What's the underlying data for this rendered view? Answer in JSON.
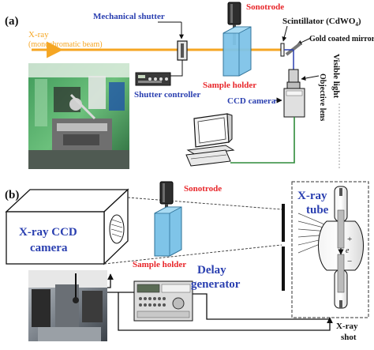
{
  "panel_a": {
    "label": "(a)",
    "sonotrode": "Sonotrode",
    "mechanical_shutter": "Mechanical shutter",
    "scintillator": "Scintillator (CdWO",
    "scintillator_sub": "4",
    "scintillator_close": ")",
    "gold_mirror": "Gold coated mirror",
    "xray_line1": "X-ray",
    "xray_line2": "(monochromatic beam)",
    "visible_light": "Visible light",
    "objective_lens": "Objective lens",
    "sample_holder": "Sample holder",
    "shutter_controller": "Shutter controller",
    "ccd_camera": "CCD camera"
  },
  "panel_b": {
    "label": "(b)",
    "sonotrode": "Sonotrode",
    "xray_ccd_line1": "X-ray CCD",
    "xray_ccd_line2": "camera",
    "sample_holder": "Sample holder",
    "delay_line1": "Delay",
    "delay_line2": "generator",
    "tube_line1": "X-ray",
    "tube_line2": "tube",
    "plus": "+",
    "electron": "e",
    "minus": "−",
    "shot_line1": "X-ray",
    "shot_line2": "shot"
  },
  "colors": {
    "red_label": "#e8262a",
    "blue_label": "#2a3fb0",
    "orange_beam": "#f5a623",
    "green_wire": "#2e8b3a",
    "holder_blue": "#7fc4e8",
    "black_label": "#111111"
  }
}
